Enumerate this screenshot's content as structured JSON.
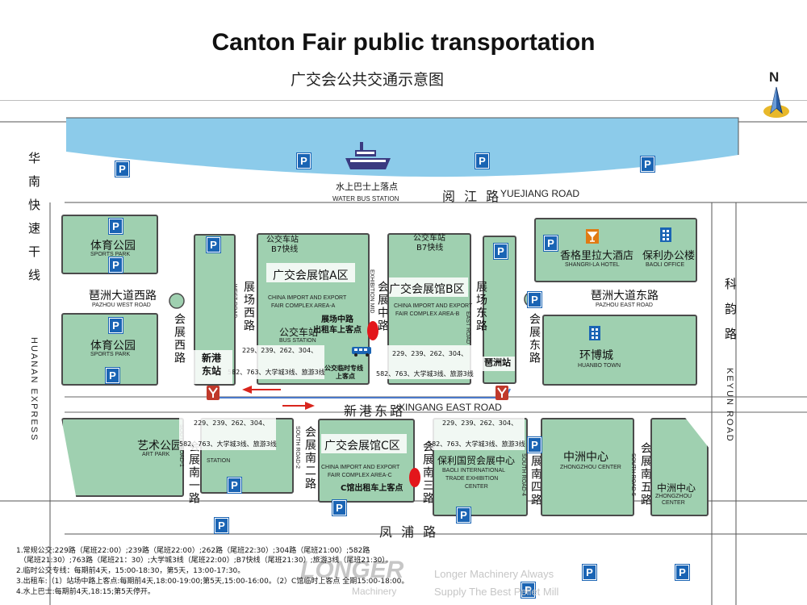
{
  "title": "Canton Fair public transportation",
  "subtitle": "广交会公共交通示意图",
  "compass": {
    "label": "N"
  },
  "water_bus": {
    "zh": "水上巴士上落点",
    "en": "WATER BUS STATION"
  },
  "roads": {
    "yuejiang": {
      "zh": "阅 江 路",
      "en": "YUEJIANG ROAD"
    },
    "huanan_zh": "华南快速干线",
    "huanan_en": "HUANAN EXPRESS",
    "keyun_zh": "科韵路",
    "keyun_en": "KEYUN ROAD",
    "pazhou_west": {
      "zh": "琶洲大道西路",
      "en": "PAZHOU WEST ROAD"
    },
    "pazhou_east": {
      "zh": "琶洲大道东路",
      "en": "PAZHOU EAST ROAD"
    },
    "huizhan_west_zh": "会展西路",
    "zhanchang_west_zh": "展场西路",
    "zhanchang_west_en": "WEST ROAD",
    "huizhan_mid_zh": "会展中路",
    "huizhan_mid_en": "EXHIBITION MID",
    "zhanchang_east_zh": "展场东路",
    "zhanchang_east_en": "EAST ROAD",
    "huizhan_east_zh": "会展东路",
    "xingang": {
      "zh": "新港东路",
      "en": "XINGANG EAST ROAD"
    },
    "huizhan_south1_zh": "会展南一路",
    "huizhan_south1_en": "SOUTH ROAD-1",
    "huizhan_south2_zh": "会展南二路",
    "huizhan_south2_en": "SOUTH ROAD-2",
    "huizhan_south3_zh": "会展南三路",
    "huizhan_south4_zh": "会展南四路",
    "huizhan_south4_en": "SOUTH ROAD-4",
    "huizhan_south5_zh": "会展南五路",
    "huizhan_south5_en": "SOUTH ROAD-5",
    "fengpu_zh": "凤 浦 路"
  },
  "places": {
    "sports_park_1": {
      "zh": "体育公园",
      "en": "SPORTS PARK"
    },
    "sports_park_2": {
      "zh": "体育公园",
      "en": "SPORTS PARK"
    },
    "shangrila": {
      "zh": "香格里拉大酒店",
      "en": "SHANGRI-LA HOTEL"
    },
    "baoli_office": {
      "zh": "保利办公楼",
      "en": "BAOLI OFFICE"
    },
    "huanbo": {
      "zh": "环博城",
      "en": "HUANBO TOWN"
    },
    "art_park": {
      "zh": "艺术公园",
      "en": "ART PARK"
    },
    "baoli_expo": {
      "zh": "保利国贸会展中心",
      "en1": "BAOLI INTERNATIONAL",
      "en2": "TRADE EXHIBITION",
      "en3": "CENTER"
    },
    "zhongzhou1": {
      "zh": "中洲中心",
      "en": "ZHONGZHOU CENTER"
    },
    "zhongzhou2": {
      "zh": "中洲中心",
      "en1": "ZHONGZHOU",
      "en2": "CENTER"
    }
  },
  "halls": {
    "a": {
      "zh": "广交会展馆A区",
      "en1": "CHINA IMPORT AND EXPORT",
      "en2": "FAIR COMPLEX AREA-A"
    },
    "b": {
      "zh": "广交会展馆B区",
      "en1": "CHINA IMPORT AND EXPORT",
      "en2": "FAIR COMPLEX AREA-B"
    },
    "c": {
      "zh": "广交会展馆C区",
      "en1": "CHINA IMPORT AND EXPORT",
      "en2": "FAIR COMPLEX AREA-C"
    }
  },
  "stops": {
    "bus_a1": "公交车站",
    "bus_a2": "B7快线",
    "bus_b1": "公交车站",
    "bus_b2": "B7快线",
    "bus_station_zh": "公交车站",
    "bus_station_en": "BUS STATION",
    "taxi_mid1": "展场中路",
    "taxi_mid2": "出租车上客点",
    "temp_bus1": "公交临时专线",
    "temp_bus2": "上客点",
    "xingang_station1": "新港",
    "xingang_station2": "东站",
    "pazhou_station": "琶洲站",
    "station_en": "STATION",
    "taxi_c": "C馆出租车上客点",
    "routes_1": "229、239、262、304、",
    "routes_2": "582、763、大学城3线、旅游3线"
  },
  "notes": [
    "1.常规公交:229路（尾班22:00）;239路（尾班22:00）;262路（尾班22:30）;304路（尾班21:00）;582路",
    "（尾班21:30）;763路（尾班21：30）;大学城3线（尾班22:00）;B7快线（尾班21:30）;旅游3线（尾班21:30）。",
    "2.临时公交专线：每期前4天，15:00-18:30，第5天，13:00-17:30。",
    "3.出租车:（1）站场中路上客点:每期前4天,18:00-19:00;第5天,15:00-16:00。（2）C馆临时上客点 全期15:00-18:00。",
    "4.水上巴士:每期前4天,18:15;第5天停开。"
  ],
  "watermark": {
    "brand": "LONGER",
    "sub": "Machinery",
    "line1": "Longer Machinery Always",
    "line2": "Supply The Best Pellet Mill"
  },
  "colors": {
    "block_fill": "#9fd0b0",
    "water": "#8ccbea",
    "parking": "#1a64b4",
    "taxi_marker": "#e3161b",
    "arrow": "#d9251d"
  },
  "parking_label": "P"
}
